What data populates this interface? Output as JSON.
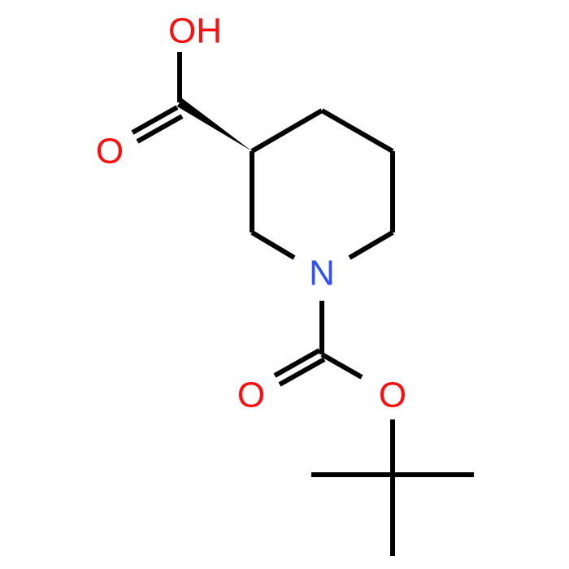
{
  "molecule": {
    "atoms": {
      "hydroxyl": "OH",
      "acid_carbonyl_oxygen": "O",
      "ring_nitrogen": "N",
      "carbamate_carbonyl_oxygen": "O",
      "ester_oxygen": "O"
    }
  },
  "colors": {
    "bond": "#000000",
    "oxygen": "#ff0d0d",
    "nitrogen": "#3050f8",
    "background": "#ffffff"
  }
}
